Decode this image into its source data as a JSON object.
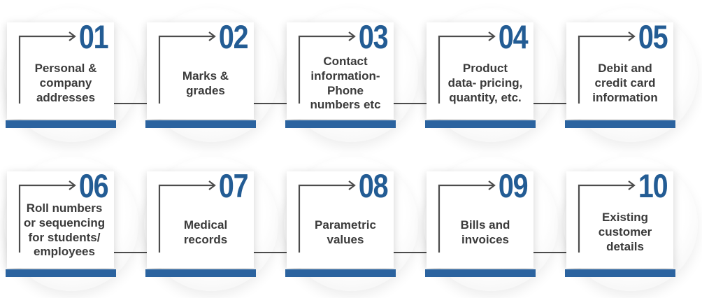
{
  "colors": {
    "accent_blue": "#235c94",
    "bar_blue": "#2b639f",
    "text_dark": "#3b3b3b",
    "line_gray": "#4c4c4c",
    "page_bg": "#ffffff"
  },
  "cards": [
    {
      "number": "01",
      "label": "Personal &\ncompany\naddresses"
    },
    {
      "number": "02",
      "label": "Marks &\ngrades"
    },
    {
      "number": "03",
      "label": "Contact\ninformation-\nPhone\nnumbers etc"
    },
    {
      "number": "04",
      "label": "Product\ndata- pricing,\nquantity, etc."
    },
    {
      "number": "05",
      "label": "Debit and\ncredit card\ninformation"
    },
    {
      "number": "06",
      "label": "Roll numbers\nor sequencing\nfor students/\nemployees"
    },
    {
      "number": "07",
      "label": "Medical\nrecords"
    },
    {
      "number": "08",
      "label": "Parametric\nvalues"
    },
    {
      "number": "09",
      "label": "Bills and\ninvoices"
    },
    {
      "number": "10",
      "label": "Existing\ncustomer\ndetails"
    }
  ]
}
